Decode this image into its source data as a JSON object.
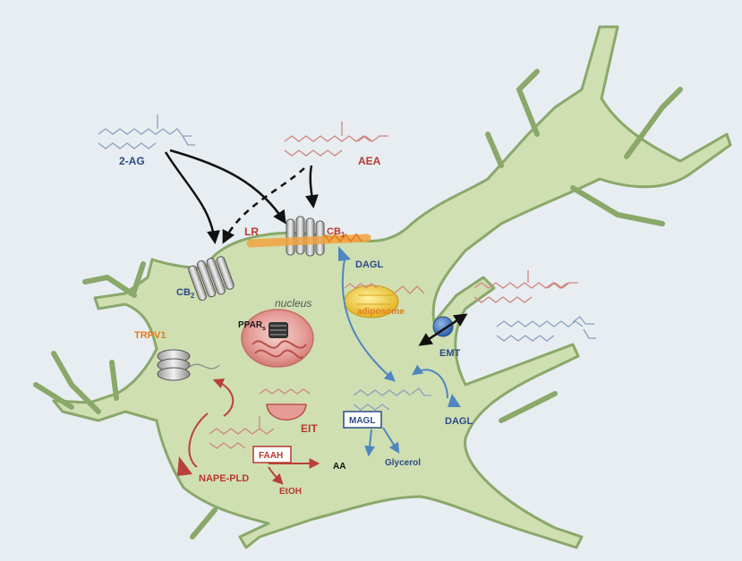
{
  "labels": {
    "two_ag": "2-AG",
    "aea": "AEA",
    "lr": "LR",
    "cb1": "CB",
    "cb1_sub": "1",
    "cb2": "CB",
    "cb2_sub": "2",
    "dagl_top": "DAGL",
    "dagl_right": "DAGL",
    "nucleus": "nucleus",
    "ppar": "PPAR",
    "ppar_sub": "s",
    "adiposome": "adiposome",
    "emt": "EMT",
    "trpv1": "TRPV1",
    "eit": "EIT",
    "magl": "MAGL",
    "glycerol": "Glycerol",
    "faah": "FAAH",
    "aa": "AA",
    "nape_pld": "NAPE-PLD",
    "etoh": "EtOH"
  },
  "colors": {
    "background": "#e7edf1",
    "cell_fill": "#cfdfb2",
    "cell_stroke": "#8aa86a",
    "blue_label": "#2c4a86",
    "red_label": "#b83a30",
    "orange_label": "#e07a1f",
    "blue_arrow": "#4f86c0",
    "red_arrow": "#b8423a",
    "black_arrow": "#111111"
  }
}
